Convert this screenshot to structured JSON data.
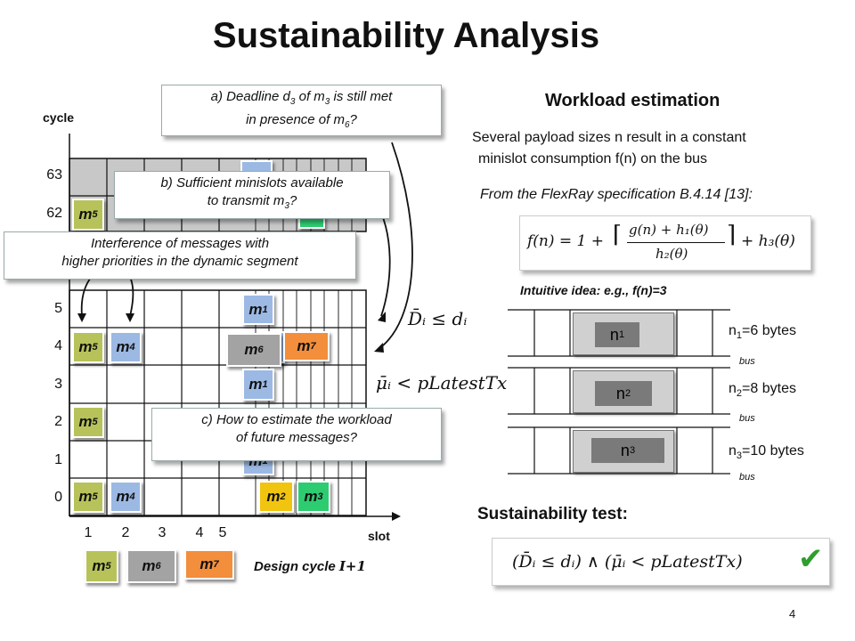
{
  "title": "Sustainability Analysis",
  "axes": {
    "cycle": "cycle",
    "slot": "slot"
  },
  "cycle_labels": [
    "63",
    "62",
    "5",
    "4",
    "3",
    "2",
    "1",
    "0"
  ],
  "slot_labels": [
    "1",
    "2",
    "3",
    "4",
    "5"
  ],
  "msg_labels": {
    "m1": "m",
    "m1_sub": "1",
    "m2": "m",
    "m2_sub": "2",
    "m3": "m",
    "m3_sub": "3",
    "m4": "m",
    "m4_sub": "4",
    "m5": "m",
    "m5_sub": "5",
    "m6": "m",
    "m6_sub": "6",
    "m7": "m",
    "m7_sub": "7"
  },
  "callouts": {
    "a_line1_pre": "a) Deadline d",
    "a_line1_sub": "3",
    "a_line1_mid": " of m",
    "a_line1_sub2": "3",
    "a_line1_post": " is still met",
    "a_line2_pre": "in presence of m",
    "a_line2_sub": "6",
    "a_line2_post": "?",
    "b_line1": "b) Sufficient minislots available",
    "b_line2_pre": "to transmit m",
    "b_line2_sub": "3",
    "b_line2_post": "?",
    "i_line1": "Interference of messages with",
    "i_line2": "higher priorities in the dynamic segment",
    "c_line1": "c) How to estimate the workload",
    "c_line2": "of future messages?"
  },
  "formulas": {
    "deadline": "D̄ᵢ ≤ dᵢ",
    "latest": "μ̄ᵢ < pLatestTx",
    "f_lhs": "f(n) = 1 +",
    "f_num": "g(n) + h₁(θ)",
    "f_den": "h₂(θ)",
    "f_rhs": "+ h₃(θ)",
    "test": "(D̄ᵢ ≤ dᵢ) ∧ (μ̄ᵢ < pLatestTx)"
  },
  "right": {
    "workload_title": "Workload estimation",
    "desc1": "Several payload sizes n result in a constant",
    "desc2": "minislot consumption f(n) on the bus",
    "spec": "From the FlexRay specification B.4.14 [13]:",
    "intuitive": "Intuitive idea: e.g., f(n)=3",
    "n1": "n",
    "n1_sub": "1",
    "n1_desc": "=6 bytes",
    "n2": "n",
    "n2_sub": "2",
    "n2_desc": "=8 bytes",
    "n3": "n",
    "n3_sub": "3",
    "n3_desc": "=10 bytes",
    "bus": "bus",
    "sust_title": "Sustainability test:",
    "check": "✔"
  },
  "legend": {
    "design_cycle": "Design cycle ",
    "design_cycle_var": "I+1"
  },
  "page_number": "4"
}
